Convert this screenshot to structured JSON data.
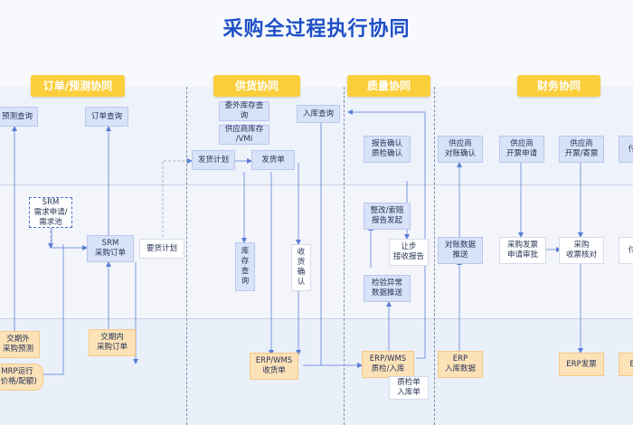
{
  "title": "采购全过程执行协同",
  "sections": {
    "order": "订单/预测协同",
    "supply": "供货协同",
    "quality": "质量协同",
    "finance": "财务协同"
  },
  "boxes": {
    "forecast_query": "预测查询",
    "order_query": "订单查询",
    "srm_pool": "SRM\n需求申请/\n需求池",
    "srm_order": "SRM\n采购订单",
    "demand_plan": "要货计划",
    "out_period": "交期外\n采购预测",
    "in_period": "交期内\n采购订单",
    "mrp": "MRP运行\n(价格/配额)",
    "outsource_stock": "委外库存查\n询",
    "vmi_stock": "供应商库存\n/VMI",
    "ship_plan": "发货计划",
    "ship_order": "发货单",
    "stock_query": "库\n存\n查\n询",
    "receipt_confirm": "收\n货\n确\n认",
    "erp_receipt": "ERP/WMS\n收货单",
    "inbound_query": "入库查询",
    "report_confirm": "报告确认\n质检确认",
    "rectify": "整改/索赔\n报告发起",
    "concession": "让步\n接收报告",
    "inspect_push": "检验异常\n数据推送",
    "erp_quality": "ERP/WMS\n质检/入库",
    "qc_inbound": "质检单\n入库单",
    "supplier_reconcile": "供应商\n对账确认",
    "supplier_invoice": "供应商\n开票申请",
    "supplier_invoice2": "供应商\n开票/寄票",
    "pay_cut": "付",
    "reconcile_push": "对账数据\n推送",
    "invoice_approve": "采购发票\n申请审批",
    "receive_check": "采购\n收票核对",
    "pay_cut2": "付",
    "erp_inbound": "ERP\n入库数据",
    "erp_invoice": "ERP发票",
    "erp_cut": "E"
  }
}
